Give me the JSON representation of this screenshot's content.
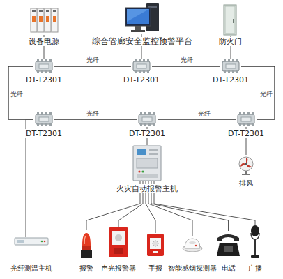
{
  "diagram": {
    "nodes": [
      {
        "text": [
          "设备电源"
        ]
      },
      {
        "text": [
          "综合管廊安全监控预警平台"
        ]
      },
      {
        "text": [
          "防火门"
        ]
      },
      {
        "text": [
          "DT-T2301"
        ]
      },
      {
        "text": [
          "DT-T2301"
        ]
      },
      {
        "text": [
          "DT-T2301"
        ]
      },
      {
        "text": [
          "DT-T2301"
        ]
      },
      {
        "text": [
          "DT-T2301"
        ]
      },
      {
        "text": [
          "DT-T2301"
        ]
      },
      {
        "text": [
          "火灾自动报警主机"
        ]
      },
      {
        "text": [
          "排风"
        ]
      },
      {
        "text": [
          "光纤测温主机"
        ]
      },
      {
        "text": [
          "报警"
        ]
      },
      {
        "text": [
          "声光报警器"
        ]
      },
      {
        "text": [
          "手报"
        ]
      },
      {
        "text": [
          "智能感烟探测器"
        ]
      },
      {
        "text": [
          "电话"
        ]
      },
      {
        "text": [
          "广播"
        ]
      }
    ],
    "edges": [
      {
        "from": 0,
        "to": 3,
        "arrow": "none"
      },
      {
        "from": 1,
        "to": 4,
        "arrow": "none"
      },
      {
        "from": 2,
        "to": 5,
        "arrow": "none"
      },
      {
        "from": 3,
        "to": 4,
        "label": "光纤",
        "arrow": "none"
      },
      {
        "from": 4,
        "to": 5,
        "label": "光纤",
        "arrow": "none"
      },
      {
        "from": 5,
        "to": 8,
        "label": "光纤",
        "arrow": "none"
      },
      {
        "from": 8,
        "to": 7,
        "label": "光纤",
        "arrow": "none"
      },
      {
        "from": 7,
        "to": 6,
        "label": "光纤",
        "arrow": "none"
      },
      {
        "from": 6,
        "to": 3,
        "label": "光纤",
        "arrow": "none"
      },
      {
        "from": 7,
        "to": 9,
        "arrow": "none"
      },
      {
        "from": 8,
        "to": 10,
        "arrow": "none"
      },
      {
        "from": 6,
        "to": 11,
        "arrow": "none"
      },
      {
        "from": 9,
        "to": 12,
        "arrow": "none"
      },
      {
        "from": 9,
        "to": 13,
        "arrow": "none"
      },
      {
        "from": 9,
        "to": 14,
        "arrow": "none"
      },
      {
        "from": 9,
        "to": 15,
        "arrow": "none"
      },
      {
        "from": 9,
        "to": 16,
        "arrow": "none"
      },
      {
        "from": 9,
        "to": 17,
        "arrow": "none"
      }
    ]
  }
}
